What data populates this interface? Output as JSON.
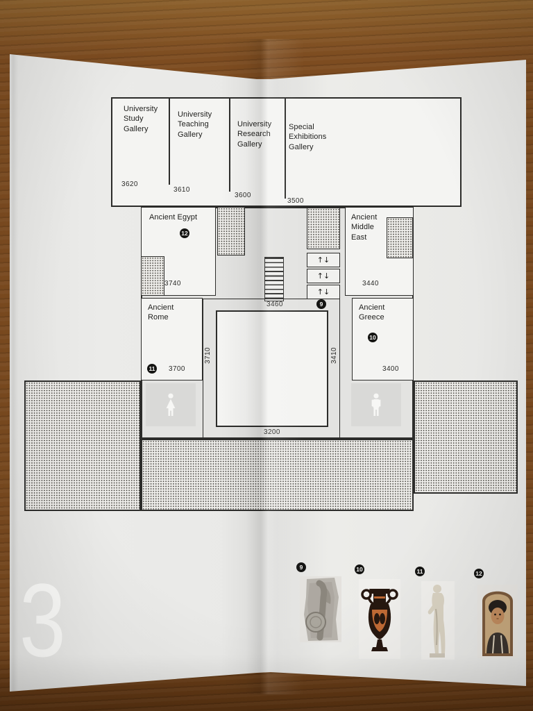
{
  "page": {
    "number": "3"
  },
  "plan": {
    "upper_galleries": [
      {
        "label": "University\nStudy\nGallery",
        "number": "3620"
      },
      {
        "label": "University\nTeaching\nGallery",
        "number": "3610"
      },
      {
        "label": "University\nResearch\nGallery",
        "number": "3600"
      },
      {
        "label": "Special\nExhibitions\nGallery",
        "number": "3500"
      }
    ],
    "rooms": [
      {
        "label": "Ancient Egypt",
        "number": "3740",
        "marker": "12"
      },
      {
        "label": "Ancient\nMiddle\nEast",
        "number": "3440"
      },
      {
        "label": "Ancient\nRome",
        "number": "3700",
        "marker": "11"
      },
      {
        "label": "Ancient\nGreece",
        "number": "3400",
        "marker": "10"
      }
    ],
    "corridor_numbers": {
      "north": "3460",
      "west": "3710",
      "east": "3410",
      "south": "3200"
    },
    "corridor_marker": "9",
    "elevator_glyph": "↑↓"
  },
  "legend": {
    "items": [
      {
        "number": "9",
        "icon": "stone-relief-artifact"
      },
      {
        "number": "10",
        "icon": "greek-volute-krater-artifact"
      },
      {
        "number": "11",
        "icon": "marble-statue-artifact"
      },
      {
        "number": "12",
        "icon": "mummy-portrait-artifact"
      }
    ]
  },
  "colors": {
    "paper": "#e9e9e7",
    "line": "#2c2c2a",
    "room_fill": "#f4f4f2",
    "floor_fill": "#e3e3e1",
    "marker_bg": "#141412",
    "page_number": "#fafaf8",
    "wood": "#7a4a1f"
  }
}
